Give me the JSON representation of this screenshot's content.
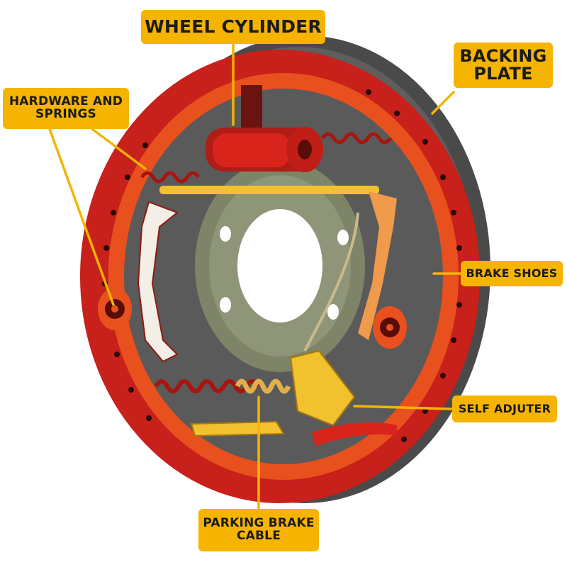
{
  "labels": {
    "wheel_cylinder": "WHEEL CYLINDER",
    "backing_plate": "BACKING\nPLATE",
    "hardware_and_springs": "HARDWARE AND\nSPRINGS",
    "brake_shoes": "BRAKE SHOES",
    "self_adjuster": "SELF ADJUTER",
    "parking_brake_cable": "PARKING BRAKE\nCABLE"
  },
  "colors": {
    "label_bg": "#f5b400",
    "backing_plate": "#5b5b5b",
    "shoe_red": "#d9241c",
    "lining_orange": "#e8501e",
    "hub": "#8a8f76",
    "spring": "#a8150f",
    "adjuster_yellow": "#f2c12e"
  }
}
